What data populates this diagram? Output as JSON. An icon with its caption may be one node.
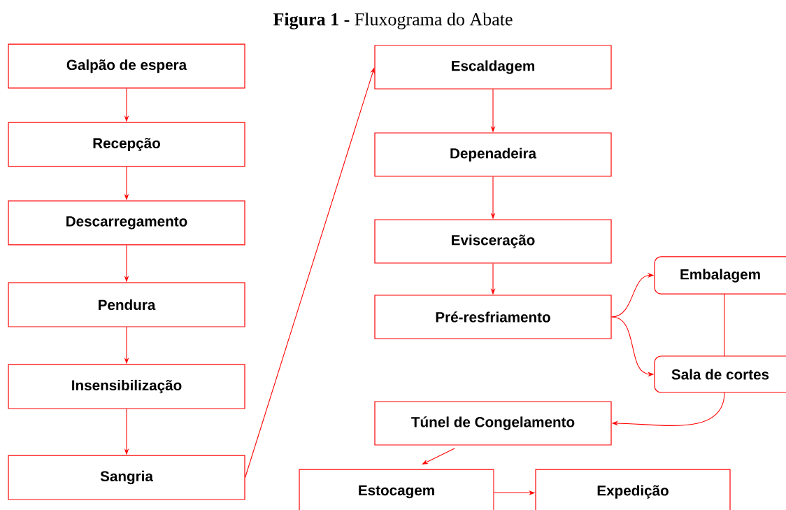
{
  "diagram": {
    "title": "**Figura 1 -** Fluxograma do Abate",
    "nodes": [
      {
        "text": [
          "Galpão de espera"
        ]
      },
      {
        "text": [
          "Recepção"
        ]
      },
      {
        "text": [
          "Descarregamento"
        ]
      },
      {
        "text": [
          "Pendura"
        ]
      },
      {
        "text": [
          "Insensibilização"
        ]
      },
      {
        "text": [
          "Sangria"
        ]
      },
      {
        "text": [
          "Escaldagem"
        ]
      },
      {
        "text": [
          "Depenadeira"
        ]
      },
      {
        "text": [
          "Evisceração"
        ]
      },
      {
        "text": [
          "Pré-resfriamento"
        ]
      },
      {
        "text": [
          "Embalagem"
        ]
      },
      {
        "text": [
          "Sala de cortes"
        ]
      },
      {
        "text": [
          "Túnel de Congelamento"
        ]
      },
      {
        "text": [
          "Estocagem"
        ]
      },
      {
        "text": [
          "Expedição"
        ]
      }
    ],
    "edges": [
      {
        "from": 0,
        "to": 1,
        "arrow": "to"
      },
      {
        "from": 1,
        "to": 2,
        "arrow": "to"
      },
      {
        "from": 2,
        "to": 3,
        "arrow": "to"
      },
      {
        "from": 3,
        "to": 4,
        "arrow": "to"
      },
      {
        "from": 4,
        "to": 5,
        "arrow": "to"
      },
      {
        "from": 5,
        "to": 6,
        "arrow": "to"
      },
      {
        "from": 6,
        "to": 7,
        "arrow": "to"
      },
      {
        "from": 7,
        "to": 8,
        "arrow": "to"
      },
      {
        "from": 8,
        "to": 9,
        "arrow": "to"
      },
      {
        "from": 9,
        "to": 10,
        "arrow": "to"
      },
      {
        "from": 9,
        "to": 11,
        "arrow": "to"
      },
      {
        "from": 10,
        "to": 11,
        "arrow": "none"
      },
      {
        "from": 11,
        "to": 12,
        "arrow": "to"
      },
      {
        "from": 12,
        "to": 13,
        "arrow": "to"
      },
      {
        "from": 13,
        "to": 14,
        "arrow": "to"
      }
    ]
  }
}
